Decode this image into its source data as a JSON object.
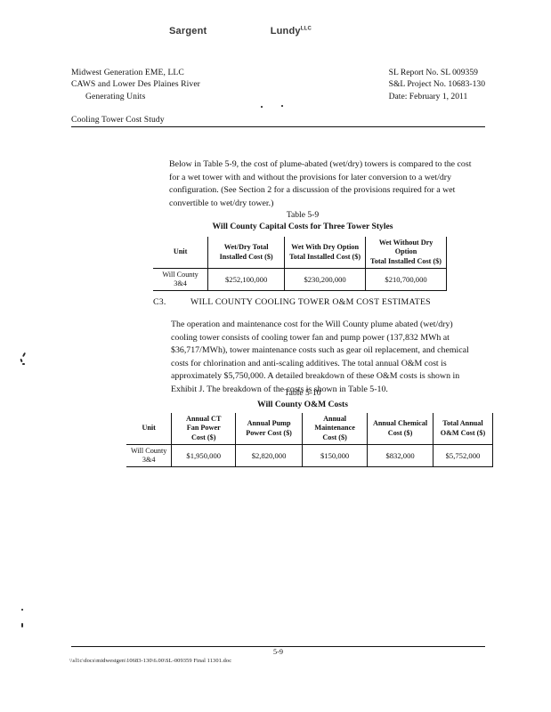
{
  "document": {
    "header": {
      "left_lines": [
        "Midwest Generation EME, LLC",
        "CAWS and Lower Des Plaines River",
        "Generating Units",
        "Cooling Tower Cost Study"
      ],
      "logo_left": "Sargent",
      "logo_amp": "&",
      "logo_right": "Lundy",
      "logo_mark": "LLC",
      "right_lines": [
        "SL Report No. SL 009359",
        "S&L Project No. 10683-130",
        "Date:  February 1, 2011"
      ]
    },
    "paragraphs": {
      "intro": "Below in Table 5-9, the cost of plume-abated (wet/dry) towers is compared to the cost for a wet tower with and without the provisions for later conversion to a wet/dry configuration.  (See Section 2 for a discussion of the provisions required for a wet convertible to wet/dry tower.)",
      "om_cost": "The operation and maintenance cost for the Will County plume abated (wet/dry) cooling tower consists of cooling tower fan and pump power (137,832 MWh at $36,717/MWh), tower maintenance costs such as gear oil replacement, and chemical costs for chlorination and anti-scaling additives.  The total annual O&M cost is approximately $5,750,000.  A detailed breakdown of these O&M costs is shown in Exhibit J.  The breakdown of the costs is shown in Table 5-10."
    },
    "section": {
      "number": "C3.",
      "title": "WILL COUNTY COOLING TOWER O&M COST ESTIMATES"
    },
    "table_5_9": {
      "caption_number": "Table 5-9",
      "caption_title": "Will County Capital Costs for Three Tower Styles",
      "columns": [
        "Unit",
        "Wet/Dry Total Installed Cost ($)",
        "Wet With Dry Option Total Installed Cost ($)",
        "Wet Without Dry Option Total Installed Cost ($)"
      ],
      "column_lines": [
        [
          "Unit"
        ],
        [
          "Wet/Dry Total",
          "Installed Cost ($)"
        ],
        [
          "Wet With Dry Option",
          "Total Installed Cost ($)"
        ],
        [
          "Wet Without Dry Option",
          "Total Installed Cost ($)"
        ]
      ],
      "rows": [
        {
          "unit_lines": [
            "Will County",
            "3&4"
          ],
          "wet_dry_total": "$252,100,000",
          "wet_with_dry_option": "$230,200,000",
          "wet_without_dry_option": "$210,700,000"
        }
      ]
    },
    "table_5_10": {
      "caption_number": "Table 5-10",
      "caption_title": "Will County O&M Costs",
      "columns": [
        "Unit",
        "Annual CT Fan Power Cost ($)",
        "Annual Pump Power Cost ($)",
        "Annual Maintenance Cost ($)",
        "Annual Chemical Cost ($)",
        "Total Annual O&M Cost ($)"
      ],
      "column_lines": [
        [
          "Unit"
        ],
        [
          "Annual CT",
          "Fan Power",
          "Cost ($)"
        ],
        [
          "Annual Pump",
          "Power Cost ($)"
        ],
        [
          "Annual",
          "Maintenance",
          "Cost ($)"
        ],
        [
          "Annual Chemical",
          "Cost ($)"
        ],
        [
          "Total Annual",
          "O&M Cost ($)"
        ]
      ],
      "rows": [
        {
          "unit_lines": [
            "Will County",
            "3&4"
          ],
          "fan_power_cost": "$1,950,000",
          "pump_power_cost": "$2,820,000",
          "maintenance_cost": "$150,000",
          "chemical_cost": "$832,000",
          "total_om_cost": "$5,752,000"
        }
      ]
    },
    "footer": {
      "page_number": "5-9",
      "file_path": "\\\\sl1c\\docs\\midwestgen\\10683-130\\6.00\\SL-009359 Final 11301.doc"
    }
  }
}
